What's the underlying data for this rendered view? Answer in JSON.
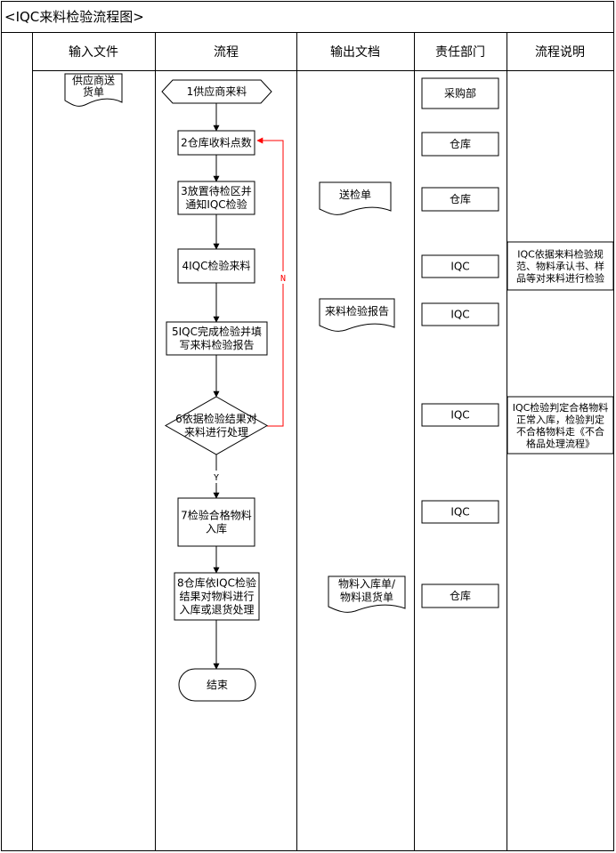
{
  "title": "<IQC来料检验流程图>",
  "columns": {
    "input": "输入文件",
    "flow": "流程",
    "output": "输出文档",
    "dept": "责任部门",
    "desc": "流程说明"
  },
  "inputs": [
    {
      "id": "in1",
      "lines": [
        "供应商送",
        "货单"
      ]
    }
  ],
  "flow": [
    {
      "id": "s1",
      "shape": "hexagon",
      "lines": [
        "1供应商来料"
      ]
    },
    {
      "id": "s2",
      "shape": "rect",
      "lines": [
        "2仓库收料点数"
      ]
    },
    {
      "id": "s3",
      "shape": "rect",
      "lines": [
        "3放置待检区并",
        "通知IQC检验"
      ]
    },
    {
      "id": "s4",
      "shape": "rect",
      "lines": [
        "4IQC检验来料"
      ]
    },
    {
      "id": "s5",
      "shape": "rect",
      "lines": [
        "5IQC完成检验并填",
        "写来料检验报告"
      ]
    },
    {
      "id": "s6",
      "shape": "diamond",
      "lines": [
        "6依据检验结果对",
        "来料进行处理"
      ]
    },
    {
      "id": "s7",
      "shape": "rect",
      "lines": [
        "7检验合格物料",
        "入库"
      ]
    },
    {
      "id": "s8",
      "shape": "rect",
      "lines": [
        "8仓库依IQC检验",
        "结果对物料进行",
        "入库或退货处理"
      ]
    },
    {
      "id": "s9",
      "shape": "terminator",
      "lines": [
        "结束"
      ]
    }
  ],
  "edge_labels": {
    "no": "N",
    "yes": "Y"
  },
  "outputs": [
    {
      "id": "o1",
      "lines": [
        "送检单"
      ]
    },
    {
      "id": "o2",
      "lines": [
        "来料检验报告"
      ]
    },
    {
      "id": "o3",
      "lines": [
        "物料入库单/",
        "物料退货单"
      ]
    }
  ],
  "departments": [
    {
      "id": "d1",
      "label": "采购部"
    },
    {
      "id": "d2",
      "label": "仓库"
    },
    {
      "id": "d3",
      "label": "仓库"
    },
    {
      "id": "d4",
      "label": "IQC"
    },
    {
      "id": "d5",
      "label": "IQC"
    },
    {
      "id": "d6",
      "label": "IQC"
    },
    {
      "id": "d7",
      "label": "IQC"
    },
    {
      "id": "d8",
      "label": "仓库"
    }
  ],
  "descriptions": [
    {
      "id": "n1",
      "lines": [
        "IQC依据来料检验规",
        "范、物料承认书、样",
        "品等对来料进行检验"
      ]
    },
    {
      "id": "n2",
      "lines": [
        "IQC检验判定合格物料",
        "正常入库，检验判定",
        "不合格物料走《不合",
        "格品处理流程》"
      ]
    }
  ],
  "colors": {
    "line": "#000000",
    "no_edge": "#ff0000"
  }
}
